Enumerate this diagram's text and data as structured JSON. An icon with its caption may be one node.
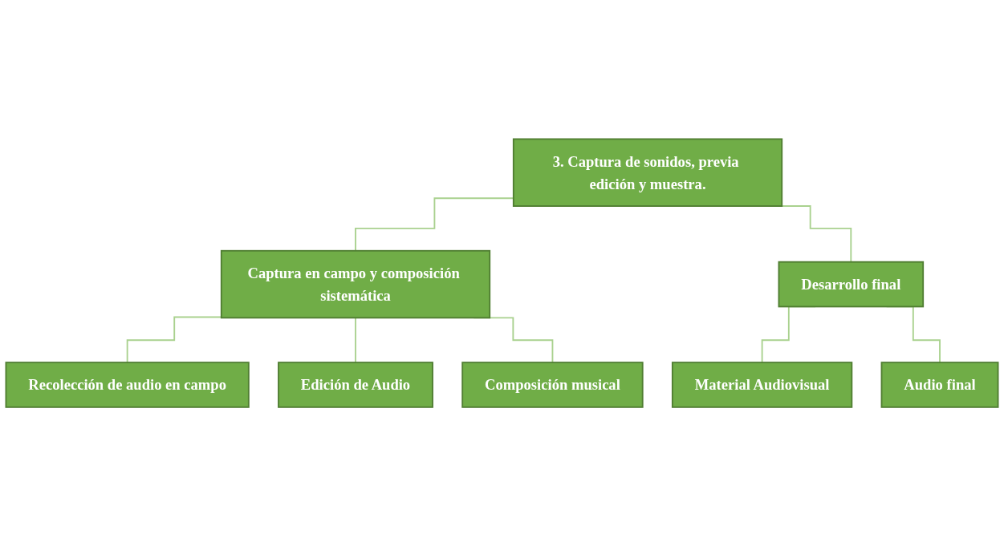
{
  "diagram": {
    "nodes": [
      {
        "text": [
          "3. Captura de sonidos, previa edición y muestra."
        ]
      },
      {
        "text": [
          "Captura en campo y composición sistemática"
        ]
      },
      {
        "text": [
          "Desarrollo final"
        ]
      },
      {
        "text": [
          "Recolección de audio en campo"
        ]
      },
      {
        "text": [
          "Edición de Audio"
        ]
      },
      {
        "text": [
          "Composición musical"
        ]
      },
      {
        "text": [
          "Material Audiovisual"
        ]
      },
      {
        "text": [
          "Audio final"
        ]
      }
    ],
    "edges": [
      {
        "from": 0,
        "to": 1,
        "arrow": "none"
      },
      {
        "from": 0,
        "to": 2,
        "arrow": "none"
      },
      {
        "from": 1,
        "to": 3,
        "arrow": "none"
      },
      {
        "from": 1,
        "to": 4,
        "arrow": "none"
      },
      {
        "from": 1,
        "to": 5,
        "arrow": "none"
      },
      {
        "from": 2,
        "to": 6,
        "arrow": "none"
      },
      {
        "from": 2,
        "to": 7,
        "arrow": "none"
      }
    ]
  }
}
